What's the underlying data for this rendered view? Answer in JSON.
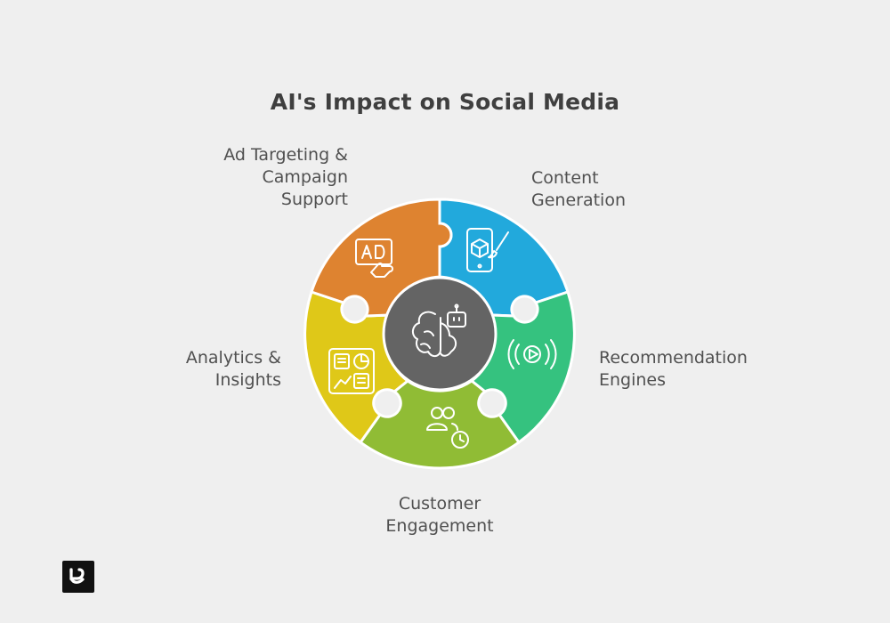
{
  "title": "AI's Impact on Social Media",
  "segments": [
    {
      "label": "Content\nGeneration",
      "color": "#22a9dc",
      "icon": "phone-cube-brush-icon"
    },
    {
      "label": "Recommendation\nEngines",
      "color": "#35c27f",
      "icon": "broadcast-play-icon"
    },
    {
      "label": "Customer\nEngagement",
      "color": "#90bc35",
      "icon": "users-clock-icon"
    },
    {
      "label": "Analytics &\nInsights",
      "color": "#dfc818",
      "icon": "dashboard-icon"
    },
    {
      "label": "Ad Targeting &\nCampaign\nSupport",
      "color": "#de8330",
      "icon": "ad-click-icon"
    }
  ],
  "center": {
    "color": "#646464",
    "icon": "ai-brain-robot-icon"
  },
  "logo": "brand-logo-icon"
}
